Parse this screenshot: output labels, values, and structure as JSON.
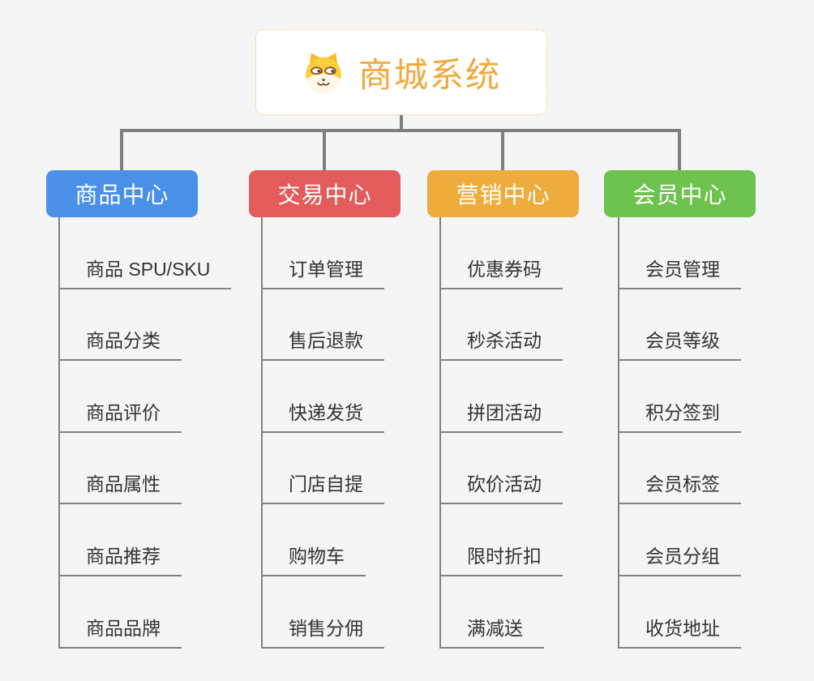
{
  "canvas": {
    "background": "#f5f5f5",
    "connector_color": "#7e7e7e",
    "underline_color": "#828282"
  },
  "root": {
    "title": "商城系统",
    "title_color": "#f1a93c",
    "border_color": "#f2bd62",
    "icon": "dog-face-icon"
  },
  "branches": [
    {
      "label": "商品中心",
      "color": "#4b90e8",
      "items": [
        "商品 SPU/SKU",
        "商品分类",
        "商品评价",
        "商品属性",
        "商品推荐",
        "商品品牌"
      ]
    },
    {
      "label": "交易中心",
      "color": "#e45b5c",
      "items": [
        "订单管理",
        "售后退款",
        "快递发货",
        "门店自提",
        "购物车",
        "销售分佣"
      ]
    },
    {
      "label": "营销中心",
      "color": "#edac3c",
      "items": [
        "优惠券码",
        "秒杀活动",
        "拼团活动",
        "砍价活动",
        "限时折扣",
        "满减送"
      ]
    },
    {
      "label": "会员中心",
      "color": "#6ec24e",
      "items": [
        "会员管理",
        "会员等级",
        "积分签到",
        "会员标签",
        "会员分组",
        "收货地址"
      ]
    }
  ]
}
